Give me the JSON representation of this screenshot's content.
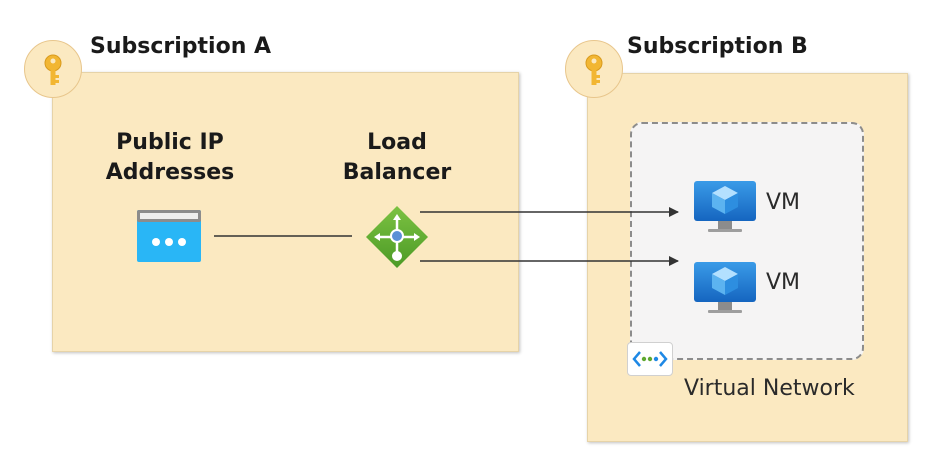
{
  "subscriptions": [
    {
      "title": "Subscription A"
    },
    {
      "title": "Subscription B"
    }
  ],
  "nodes": {
    "public_ip": {
      "label_line1": "Public IP",
      "label_line2": "Addresses"
    },
    "load_balancer": {
      "label_line1": "Load",
      "label_line2": "Balancer"
    },
    "vm1": {
      "label": "VM"
    },
    "vm2": {
      "label": "VM"
    },
    "virtual_network": {
      "label": "Virtual Network"
    }
  },
  "icons": {
    "subscription": "key-icon",
    "public_ip": "public-ip-icon",
    "load_balancer": "load-balancer-icon",
    "vm": "virtual-machine-icon",
    "vnet": "virtual-network-icon"
  },
  "colors": {
    "subscription_fill": "#fbe9c1",
    "vnet_fill": "#f5f4f4",
    "azure_blue": "#1e88e5",
    "lb_green": "#5fa830",
    "key_gold": "#f2b632"
  }
}
